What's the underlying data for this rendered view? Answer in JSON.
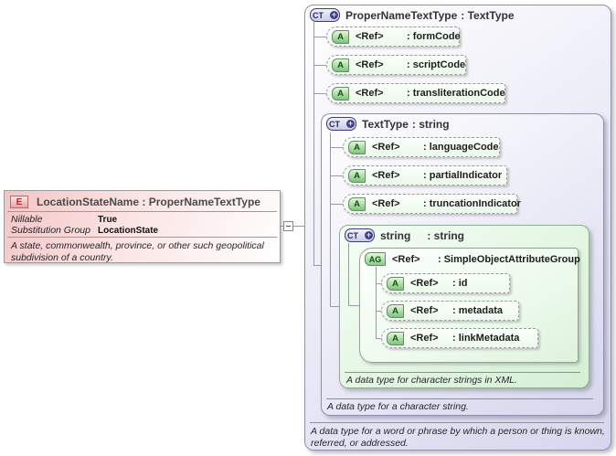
{
  "colors": {
    "element_pink": "#f3c5c5",
    "type_lavender": "#d6d6ee",
    "string_green": "#d4efd4",
    "attr_icon_green": "#7cc47c",
    "ct_icon_lavender": "#c9c9e8",
    "border_gray": "#999999"
  },
  "element": {
    "icon": "E",
    "title": "LocationStateName : ProperNameTextType",
    "properties": [
      {
        "label": "Nillable",
        "value": "True"
      },
      {
        "label": "Substitution Group",
        "value": "LocationState"
      }
    ],
    "annotation": "A state, commonwealth, province, or other such geopolitical subdivision of a country."
  },
  "proper_name_text_type": {
    "icon": "CT",
    "icon_plus": "+",
    "name": "ProperNameTextType",
    "base": ": TextType",
    "attributes": [
      {
        "icon": "A",
        "ref": "<Ref>",
        "name": ": formCode"
      },
      {
        "icon": "A",
        "ref": "<Ref>",
        "name": ": scriptCode"
      },
      {
        "icon": "A",
        "ref": "<Ref>",
        "name": ": transliterationCode"
      }
    ],
    "annotation": "A data type for a word or phrase by which a person or thing is known, referred, or addressed."
  },
  "text_type": {
    "icon": "CT",
    "icon_plus": "+",
    "name": "TextType",
    "base": ": string",
    "attributes": [
      {
        "icon": "A",
        "ref": "<Ref>",
        "name": ": languageCode"
      },
      {
        "icon": "A",
        "ref": "<Ref>",
        "name": ": partialIndicator"
      },
      {
        "icon": "A",
        "ref": "<Ref>",
        "name": ": truncationIndicator"
      }
    ],
    "annotation": "A data type for a character string."
  },
  "string_type": {
    "icon": "CT",
    "icon_plus": "+",
    "name": "string",
    "base": ": string",
    "attribute_group": {
      "icon": "AG",
      "ref": "<Ref>",
      "name": ": SimpleObjectAttributeGroup",
      "attributes": [
        {
          "icon": "A",
          "ref": "<Ref>",
          "name": ": id"
        },
        {
          "icon": "A",
          "ref": "<Ref>",
          "name": ": metadata"
        },
        {
          "icon": "A",
          "ref": "<Ref>",
          "name": ": linkMetadata"
        }
      ]
    },
    "annotation": "A data type for character strings in XML."
  }
}
